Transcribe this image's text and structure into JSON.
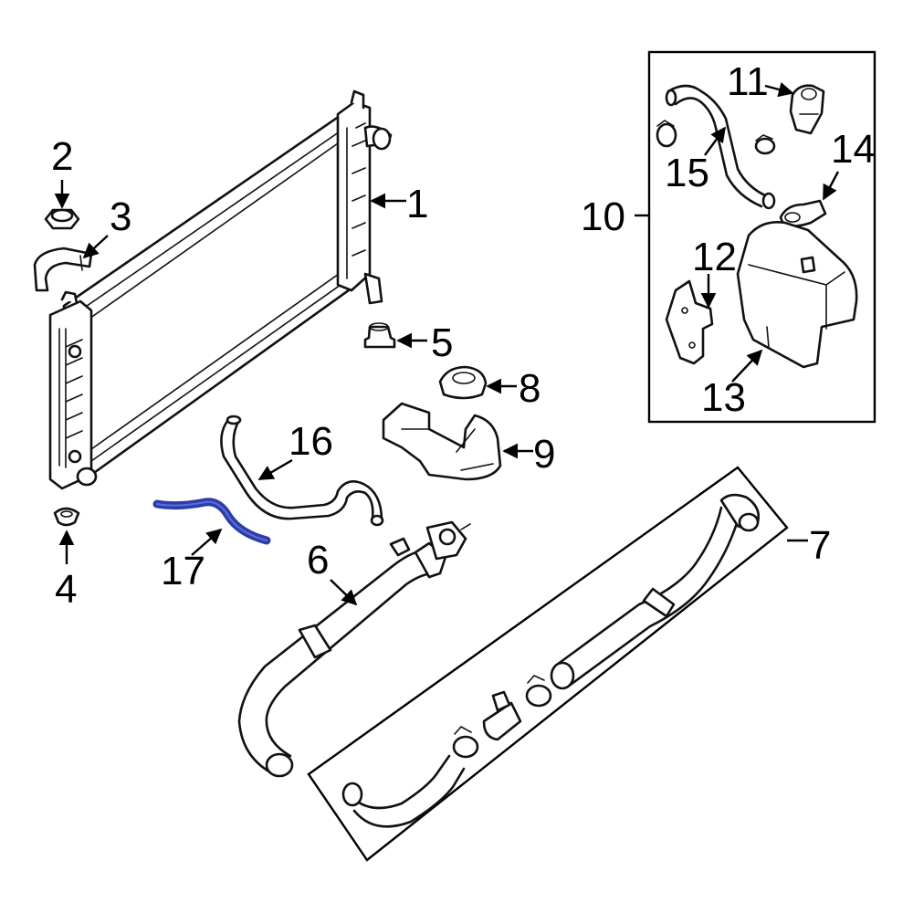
{
  "callouts": {
    "c1": "1",
    "c2": "2",
    "c3": "3",
    "c4": "4",
    "c5": "5",
    "c6": "6",
    "c7": "7",
    "c8": "8",
    "c9": "9",
    "c10": "10",
    "c11": "11",
    "c12": "12",
    "c13": "13",
    "c14": "14",
    "c15": "15",
    "c16": "16",
    "c17": "17"
  },
  "highlight_color": "#2b3ea8",
  "line_color": "#111111"
}
